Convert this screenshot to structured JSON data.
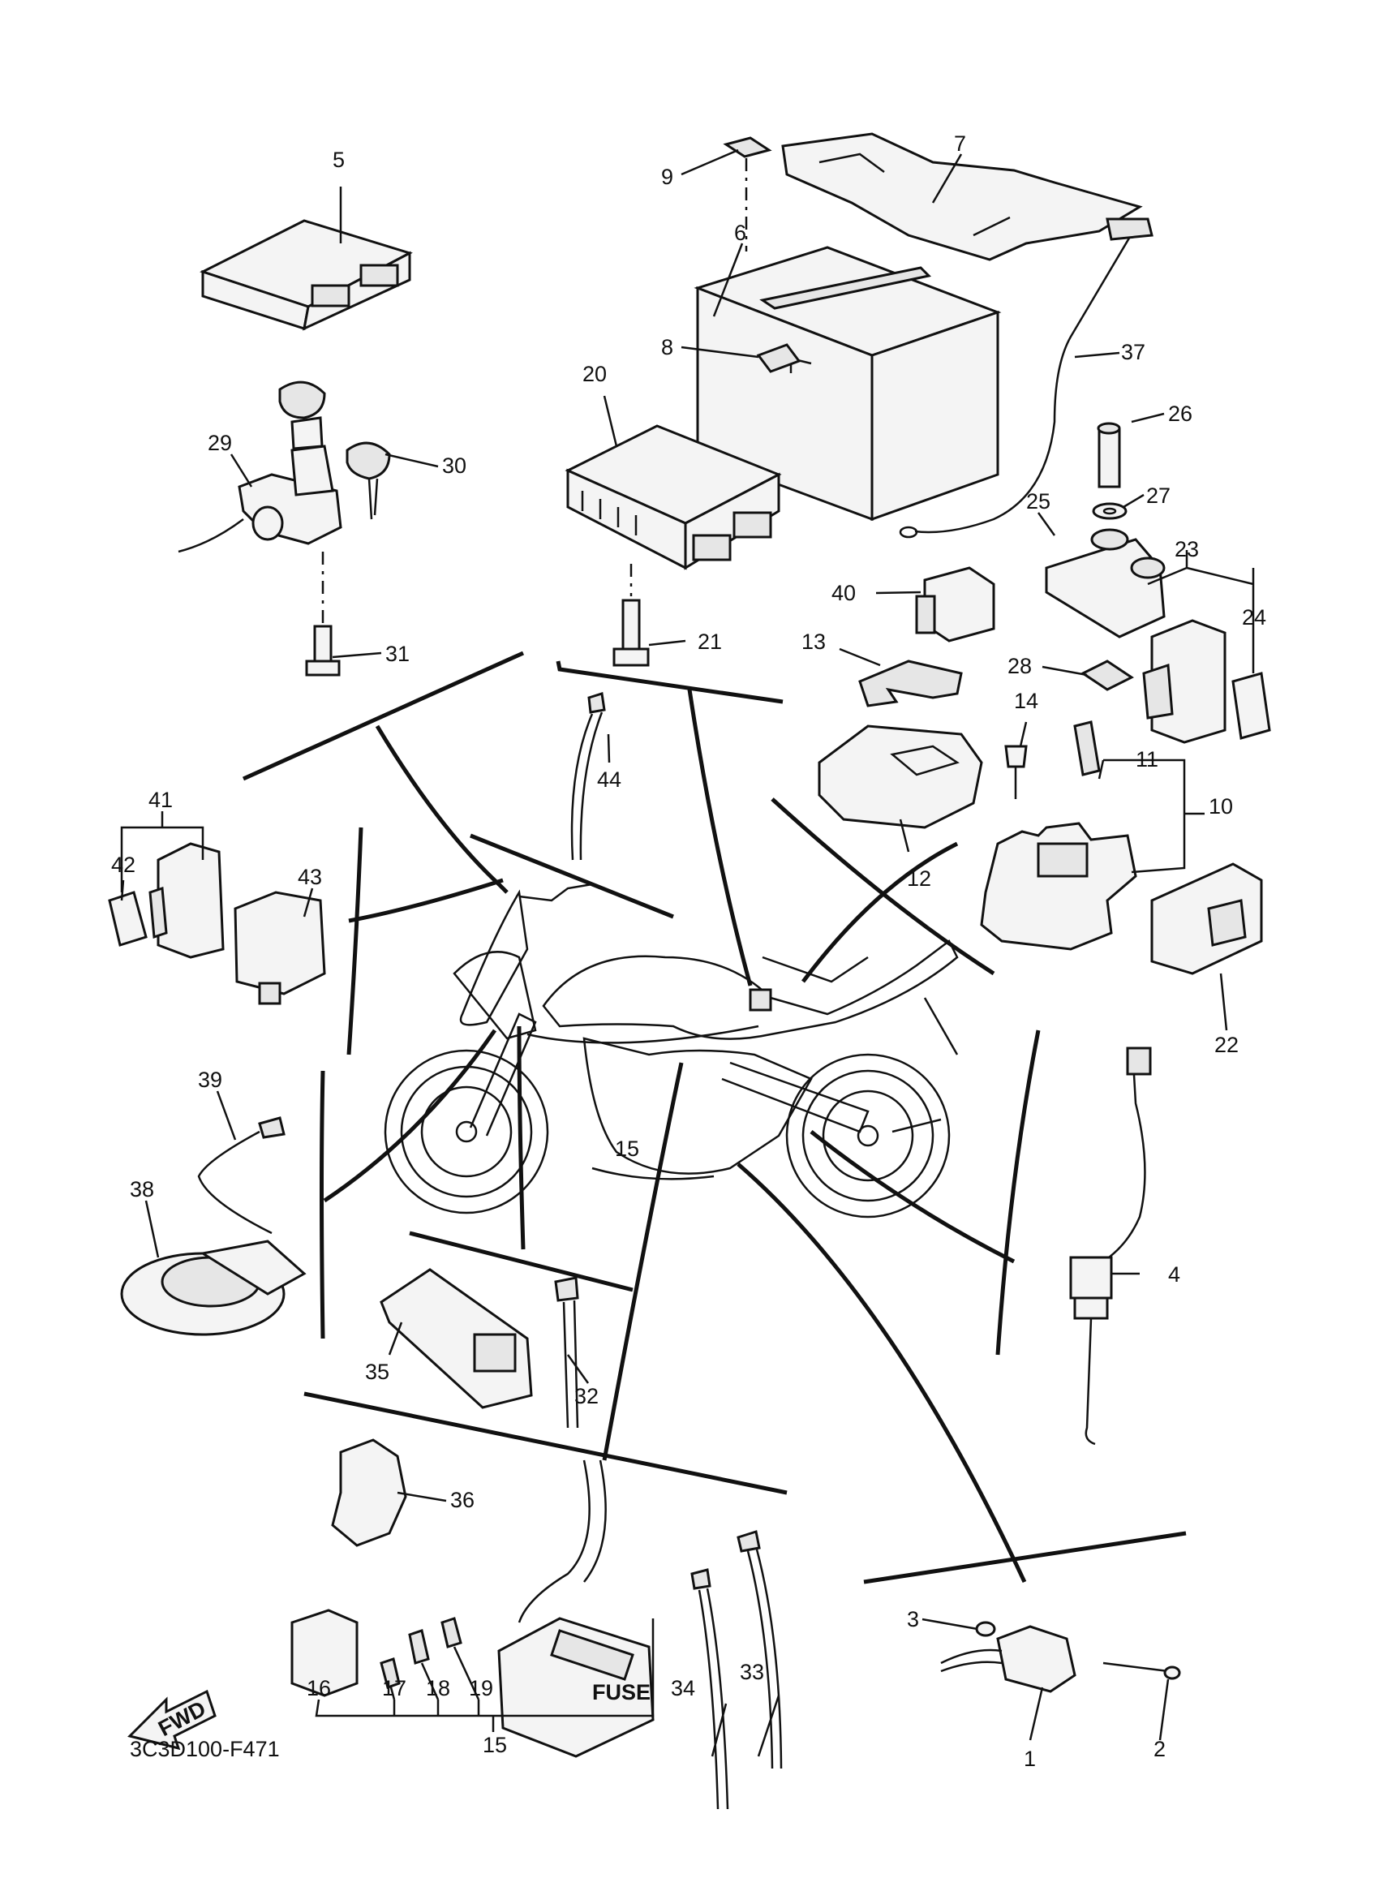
{
  "diagram": {
    "code": "3C3D100-F471",
    "fwd_label": "FWD",
    "fuse_label": "FUSE",
    "callouts": {
      "n1": "1",
      "n2": "2",
      "n3": "3",
      "n4": "4",
      "n5": "5",
      "n6": "6",
      "n7": "7",
      "n8": "8",
      "n9": "9",
      "n10": "10",
      "n11": "11",
      "n12": "12",
      "n13": "13",
      "n14": "14",
      "n15a": "15",
      "n15b": "15",
      "n16": "16",
      "n17": "17",
      "n18": "18",
      "n19": "19",
      "n20": "20",
      "n21": "21",
      "n22": "22",
      "n23": "23",
      "n24": "24",
      "n25": "25",
      "n26": "26",
      "n27": "27",
      "n28": "28",
      "n29": "29",
      "n30": "30",
      "n31": "31",
      "n32": "32",
      "n33": "33",
      "n34": "34",
      "n35": "35",
      "n36": "36",
      "n37": "37",
      "n38": "38",
      "n39": "39",
      "n40": "40",
      "n41": "41",
      "n42": "42",
      "n43": "43",
      "n44": "44"
    }
  }
}
